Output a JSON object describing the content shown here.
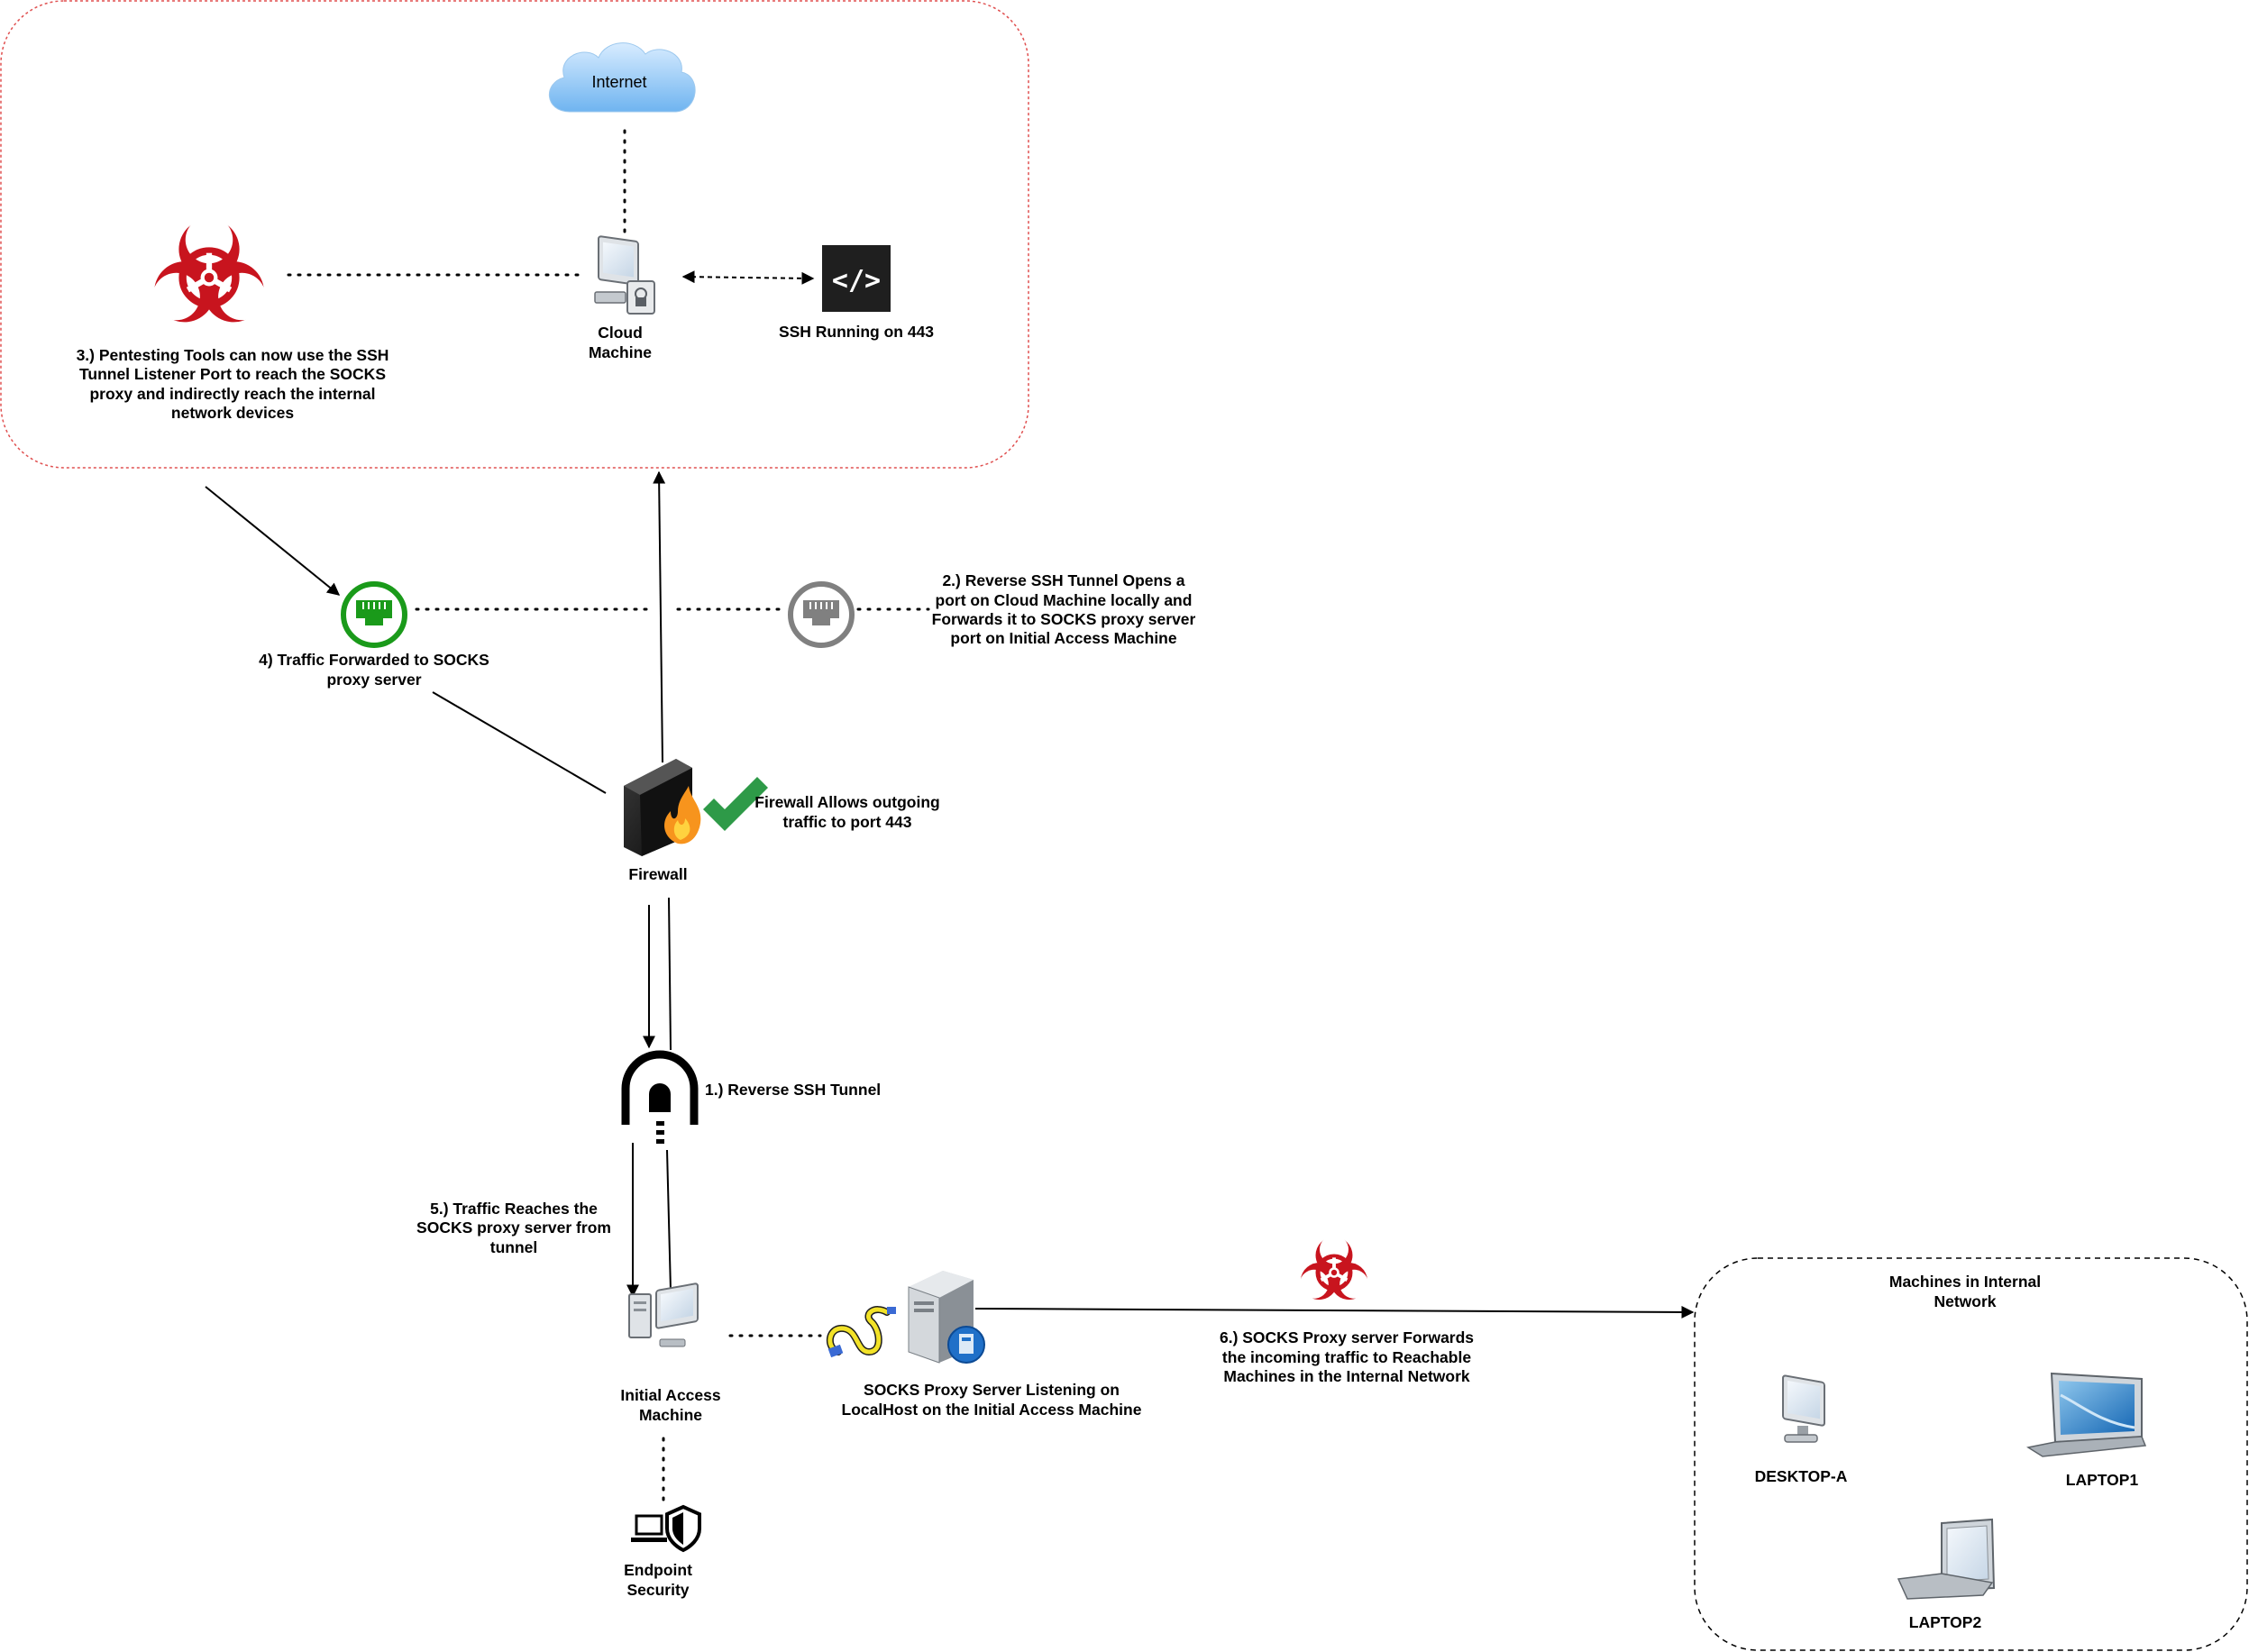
{
  "labels": {
    "internet": "Internet",
    "cloud_machine": [
      "Cloud",
      "Machine"
    ],
    "ssh_running": "SSH Running on 443",
    "step3": [
      "3.) Pentesting Tools can now use the SSH",
      "Tunnel Listener Port to reach the SOCKS",
      "proxy and indirectly reach the internal",
      "network devices"
    ],
    "step2": [
      "2.) Reverse SSH Tunnel Opens a",
      "port on Cloud Machine locally and",
      "Forwards it to SOCKS proxy server",
      "port on Initial Access Machine"
    ],
    "step4": [
      "4) Traffic Forwarded to SOCKS",
      "proxy server"
    ],
    "firewall": "Firewall",
    "firewall_note": [
      "Firewall Allows outgoing",
      "traffic to port 443"
    ],
    "step1": "1.) Reverse SSH Tunnel",
    "step5": [
      "5.) Traffic Reaches the",
      "SOCKS proxy server from",
      "tunnel"
    ],
    "initial_access": [
      "Initial Access",
      "Machine"
    ],
    "endpoint_security": [
      "Endpoint",
      "Security"
    ],
    "socks_proxy": [
      "SOCKS Proxy Server Listening on",
      "LocalHost on the Initial Access Machine"
    ],
    "step6": [
      "6.) SOCKS Proxy server Forwards",
      "the incoming traffic to Reachable",
      "Machines in the Internal Network"
    ],
    "internal_network": [
      "Machines in Internal",
      "Network"
    ],
    "desktop_a": "DESKTOP-A",
    "laptop1": "LAPTOP1",
    "laptop2": "LAPTOP2",
    "code_glyph": "</>"
  },
  "colors": {
    "cloud_zone_border": "#e05050",
    "internal_zone_border": "#000000",
    "biohazard": "#c8141e",
    "port_active": "#1a9a1a",
    "port_idle": "#808080",
    "check": "#2e9a48",
    "cloud_fill": "#8cc4f4"
  },
  "icons": [
    "cloud-icon",
    "computer-icon",
    "code-terminal-icon",
    "biohazard-icon",
    "ethernet-port-icon",
    "firewall-icon",
    "checkmark-icon",
    "tunnel-icon",
    "serial-cable-icon",
    "server-icon",
    "laptop-shield-icon",
    "desktop-icon",
    "laptop-icon"
  ]
}
